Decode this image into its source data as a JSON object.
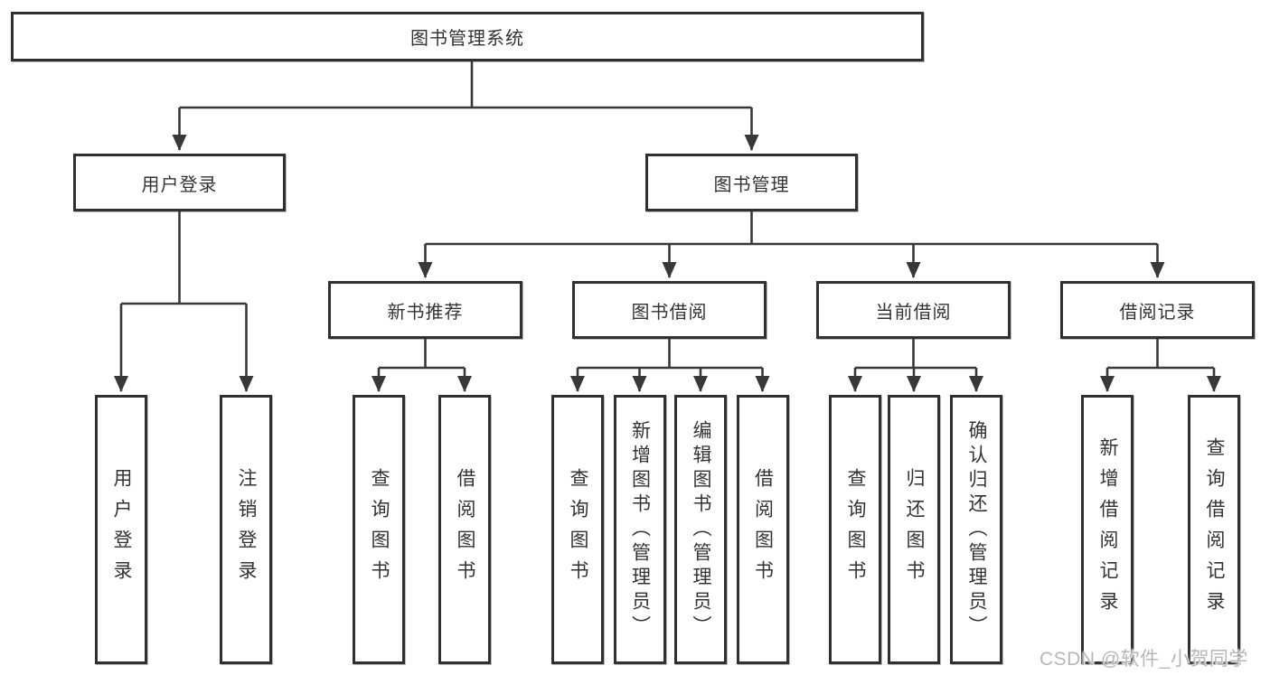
{
  "tree": {
    "root": {
      "label": "图书管理系统"
    },
    "branches": [
      {
        "label": "用户登录",
        "children": [
          {
            "label": "用户登录"
          },
          {
            "label": "注销登录"
          }
        ]
      },
      {
        "label": "图书管理",
        "children": [
          {
            "label": "新书推荐",
            "children": [
              {
                "label": "查询图书"
              },
              {
                "label": "借阅图书"
              }
            ]
          },
          {
            "label": "图书借阅",
            "children": [
              {
                "label": "查询图书"
              },
              {
                "label": "新增图书（管理员）"
              },
              {
                "label": "编辑图书（管理员）"
              },
              {
                "label": "借阅图书"
              }
            ]
          },
          {
            "label": "当前借阅",
            "children": [
              {
                "label": "查询图书"
              },
              {
                "label": "归还图书"
              },
              {
                "label": "确认归还（管理员）"
              }
            ]
          },
          {
            "label": "借阅记录",
            "children": [
              {
                "label": "新增借阅记录"
              },
              {
                "label": "查询借阅记录"
              }
            ]
          }
        ]
      }
    ]
  },
  "watermark": "CSDN @软件_小贺同学",
  "colors": {
    "border": "#303030",
    "line": "#383838",
    "text": "#333333",
    "watermark": "#b7b7b7",
    "bg": "#ffffff"
  }
}
